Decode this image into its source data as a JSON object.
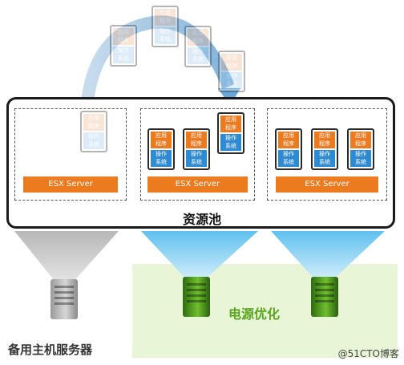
{
  "vm": {
    "app_label": "应用\n程序",
    "os_label": "操作\n系统"
  },
  "servers": [
    {
      "label": "ESX Server"
    },
    {
      "label": "ESX Server"
    },
    {
      "label": "ESX Server"
    }
  ],
  "pool_label": "资源池",
  "backup_label": "备用主机服务器",
  "power_label": "电源优化",
  "watermark": "@51CTO博客",
  "colors": {
    "orange": "#ec7a1f",
    "blue": "#2f8ad4",
    "green_zone": "#e8f5d6",
    "beam": "#6ec6ef"
  }
}
